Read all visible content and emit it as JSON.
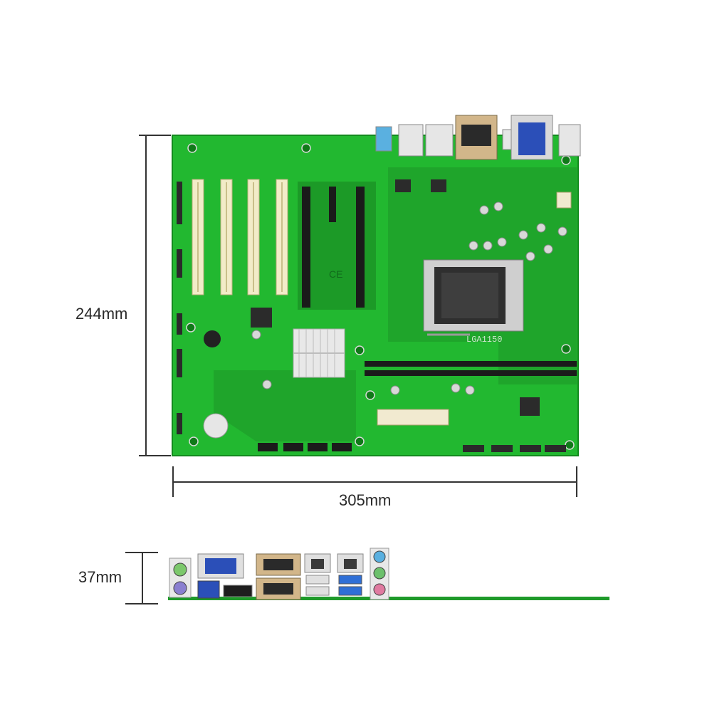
{
  "dimensions": {
    "height": "244mm",
    "width": "305mm",
    "depth": "37mm"
  },
  "board": {
    "socket_label": "LGA1150",
    "ce_mark": "CE",
    "colors": {
      "pcb": "#22b830",
      "pcb_dark": "#178a22",
      "pcb_light": "#5ad85a",
      "slot_pci": "#f2ecc8",
      "slot_pcie": "#1a1a1a",
      "vga_blue": "#2b4fb8",
      "usb3_blue": "#2f6fd6",
      "audio_blue": "#5ab0e0",
      "audio_green": "#6cc06c",
      "audio_pink": "#e07aa0",
      "ps2_green": "#7cc86c",
      "ps2_purple": "#8a7fd0"
    }
  }
}
